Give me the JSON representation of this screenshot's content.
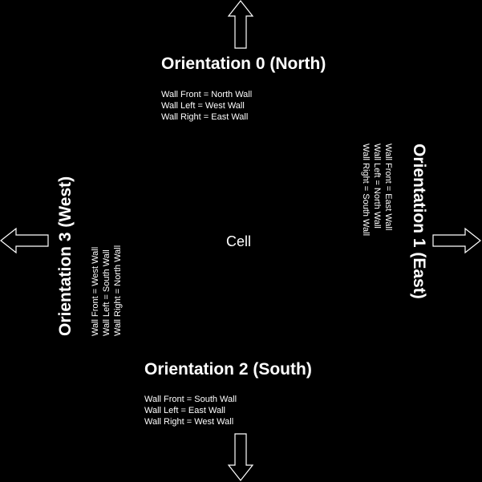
{
  "colors": {
    "background": "#000000",
    "foreground": "#ffffff",
    "arrow_fill": "#000000"
  },
  "cell": {
    "label": "Cell"
  },
  "orientations": [
    {
      "title": "Orientation 0 (North)",
      "arrow": "up-arrow-icon",
      "lines": [
        "Wall Front = North Wall",
        "Wall Left = West Wall",
        "Wall Right = East Wall"
      ]
    },
    {
      "title": "Orientation 1 (East)",
      "arrow": "right-arrow-icon",
      "lines": [
        "Wall Front = East Wall",
        "Wall Left = North Wall",
        "Wall Right = South Wall"
      ]
    },
    {
      "title": "Orientation 2 (South)",
      "arrow": "down-arrow-icon",
      "lines": [
        "Wall Front = South Wall",
        "Wall Left = East Wall",
        "Wall Right = West Wall"
      ]
    },
    {
      "title": "Orientation 3 (West)",
      "arrow": "left-arrow-icon",
      "lines": [
        "Wall Front = West Wall",
        "Wall Left = South Wall",
        "Wall Right = North Wall"
      ]
    }
  ]
}
